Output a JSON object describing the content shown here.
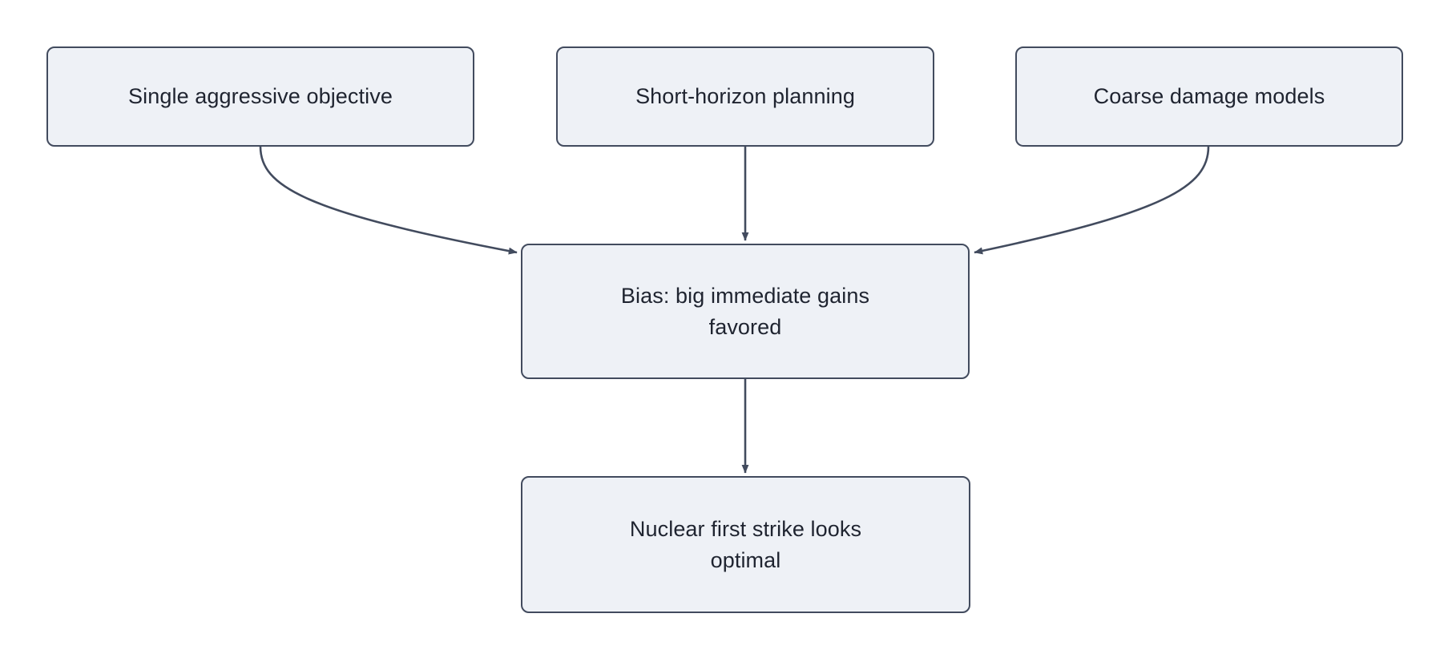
{
  "diagram": {
    "title": "Bias toward nuclear first strike flowchart",
    "background_color": "#ffffff",
    "node_fill": "#eef1f6",
    "node_stroke": "#424b5e",
    "text_color": "#1f2430",
    "edge_color": "#424b5e",
    "nodes": [
      {
        "id": "single-aggressive-objective",
        "label": "Single aggressive objective"
      },
      {
        "id": "short-horizon-planning",
        "label": "Short-horizon planning"
      },
      {
        "id": "coarse-damage-models",
        "label": "Coarse damage models"
      },
      {
        "id": "bias-immediate-gains",
        "label": "Bias: big immediate gains\nfavored"
      },
      {
        "id": "nuclear-first-strike",
        "label": "Nuclear first strike looks\noptimal"
      }
    ],
    "edges": [
      {
        "id": "edge-objective-to-bias",
        "from": "single-aggressive-objective",
        "to": "bias-immediate-gains",
        "style": "curved",
        "arrow": "end"
      },
      {
        "id": "edge-planning-to-bias",
        "from": "short-horizon-planning",
        "to": "bias-immediate-gains",
        "style": "straight",
        "arrow": "end"
      },
      {
        "id": "edge-damage-to-bias",
        "from": "coarse-damage-models",
        "to": "bias-immediate-gains",
        "style": "curved",
        "arrow": "end"
      },
      {
        "id": "edge-bias-to-strike",
        "from": "bias-immediate-gains",
        "to": "nuclear-first-strike",
        "style": "straight",
        "arrow": "end"
      }
    ]
  }
}
